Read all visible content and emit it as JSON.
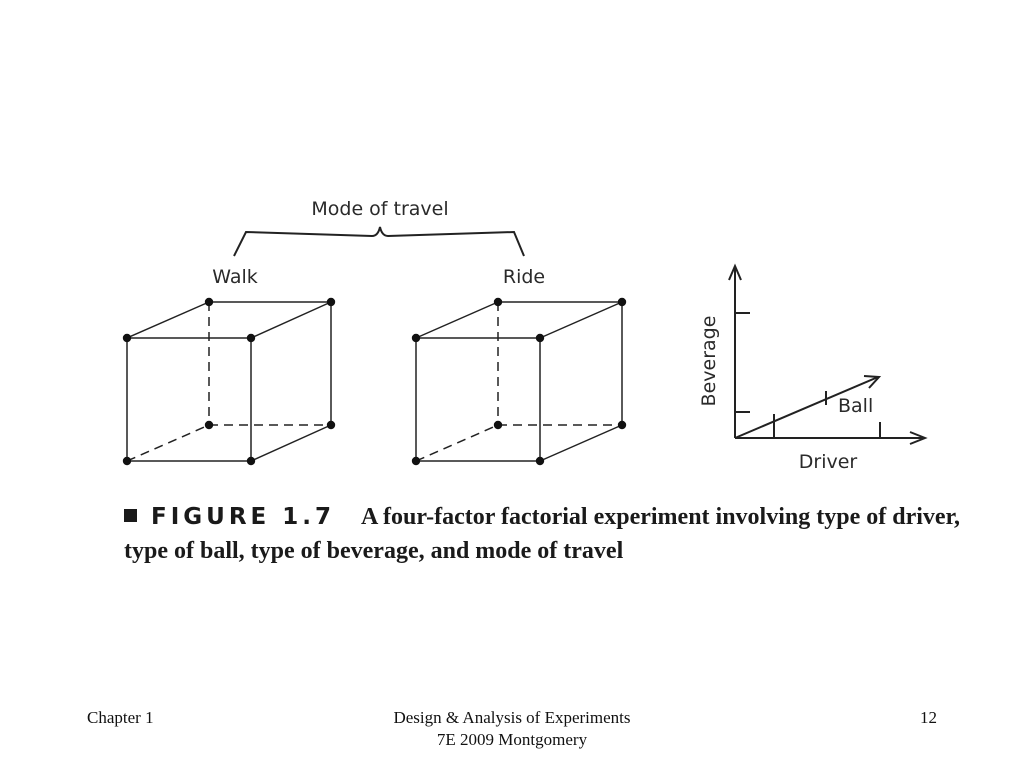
{
  "diagram": {
    "group_label": "Mode of travel",
    "cube_left_label": "Walk",
    "cube_right_label": "Ride",
    "axis_vertical_label": "Beverage",
    "axis_horizontal_label": "Driver",
    "axis_diagonal_label": "Ball"
  },
  "caption": {
    "figure_label": "FIGURE 1.7",
    "text": "A four-factor factorial experiment involving type of driver, type of ball, type of beverage, and mode of travel"
  },
  "footer": {
    "left": "Chapter 1",
    "center_line1": "Design & Analysis of Experiments",
    "center_line2": "7E 2009 Montgomery",
    "right": "12"
  }
}
